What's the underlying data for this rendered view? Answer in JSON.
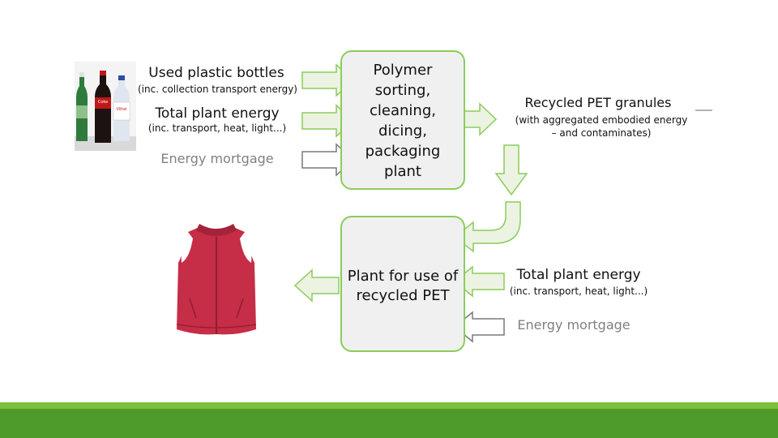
{
  "inputs_top": {
    "used_bottles": "Used plastic bottles",
    "used_bottles_note": "(inc. collection transport energy)",
    "plant_energy": "Total plant energy",
    "plant_energy_note": "(inc. transport, heat, light...)",
    "mortgage": "Energy mortgage"
  },
  "process_box": {
    "lines": [
      "Polymer",
      "sorting,",
      "cleaning,",
      "dicing,",
      "packaging",
      "plant"
    ]
  },
  "output_granules": {
    "title": "Recycled PET granules",
    "note_line1": "(with aggregated embodied energy",
    "note_line2": "– and contaminates)"
  },
  "plant_box": {
    "line1": "Plant for use of",
    "line2": "recycled PET"
  },
  "inputs_bottom": {
    "plant_energy": "Total plant energy",
    "plant_energy_note": "(inc. transport, heat, light...)",
    "mortgage": "Energy mortgage"
  },
  "images": {
    "bottles": "plastic-bottles-photo",
    "vest": "red-fleece-vest-photo",
    "bottle_labels": [
      "Coke",
      "Vittel"
    ]
  },
  "colors": {
    "arrow_fill": "#ecf3e3",
    "arrow_stroke": "#8ccc5a",
    "gray_arrow_stroke": "#7a7a7a",
    "box_fill": "#f0f0f0",
    "box_border": "#8ccc5a",
    "footer_light": "#7cbf3a",
    "footer_dark": "#4e9a2a",
    "vest": "#c62d46"
  }
}
